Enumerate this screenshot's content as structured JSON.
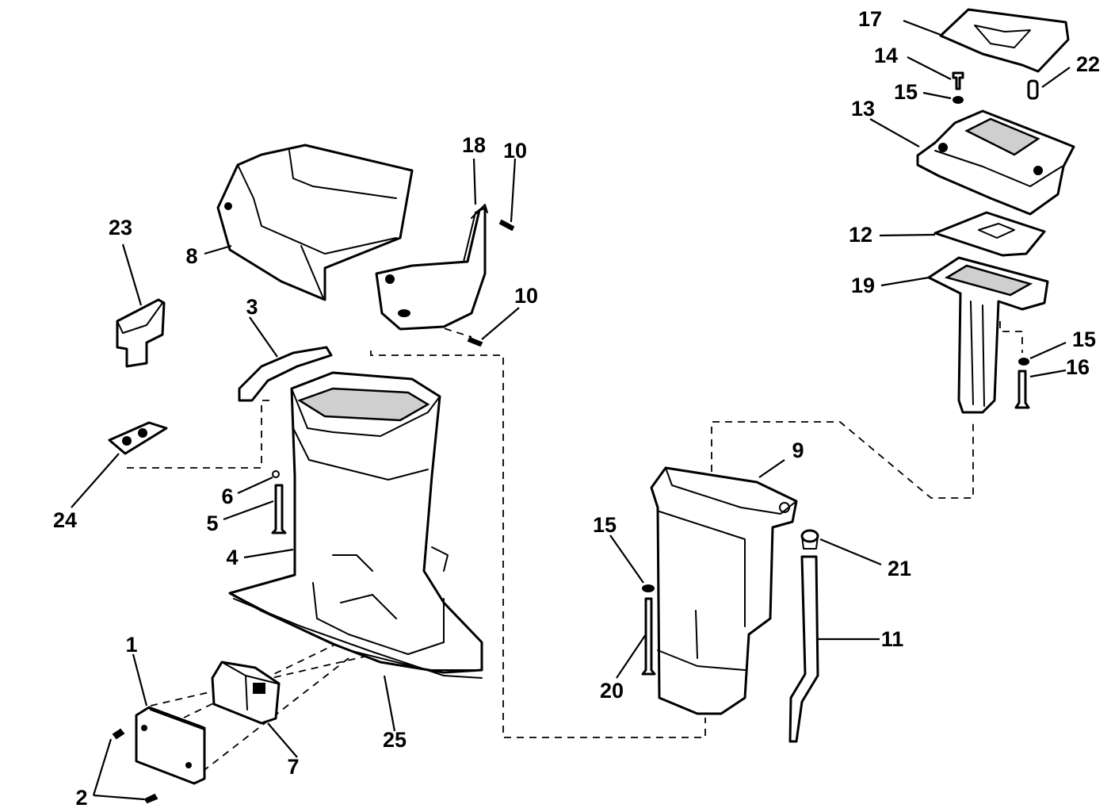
{
  "diagram": {
    "callouts": [
      "1",
      "2",
      "3",
      "4",
      "5",
      "6",
      "7",
      "8",
      "9",
      "10",
      "10",
      "11",
      "12",
      "13",
      "14",
      "15",
      "15",
      "15",
      "16",
      "17",
      "18",
      "19",
      "20",
      "21",
      "22",
      "23",
      "24",
      "25"
    ]
  }
}
